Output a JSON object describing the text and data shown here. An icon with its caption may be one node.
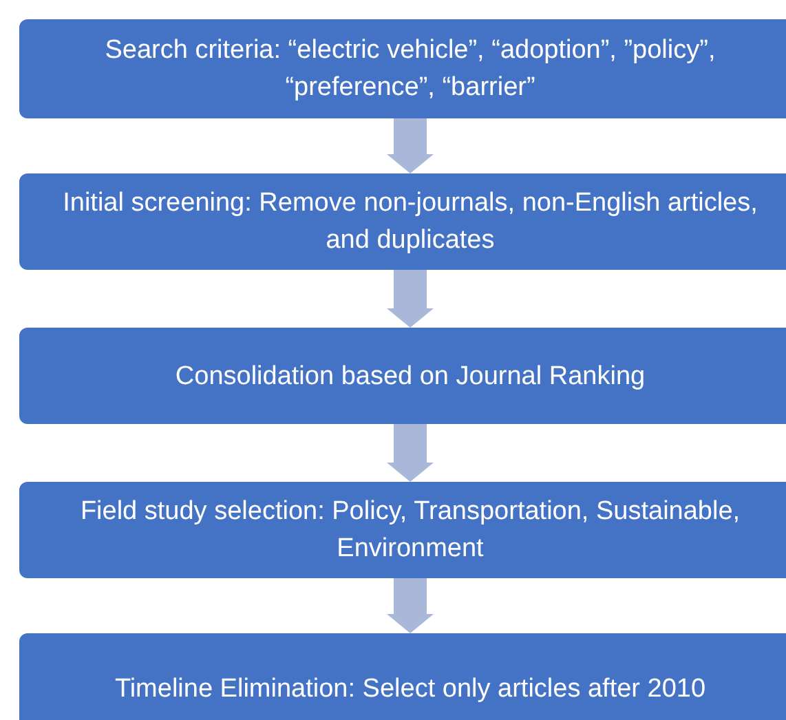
{
  "diagram": {
    "nodes": [
      {
        "text": [
          "Search criteria: “electric vehicle”, “adoption”, ”policy”, “preference”, “barrier”"
        ]
      },
      {
        "text": [
          "Initial screening: Remove non-journals, non-English articles, and duplicates"
        ]
      },
      {
        "text": [
          "Consolidation based on Journal Ranking"
        ]
      },
      {
        "text": [
          "Field study selection: Policy, Transportation, Sustainable, Environment"
        ]
      },
      {
        "text": [
          "Timeline Elimination: Select only articles after 2010"
        ]
      }
    ],
    "edges": [
      {
        "from": 0,
        "to": 1,
        "arrow": "to"
      },
      {
        "from": 1,
        "to": 2,
        "arrow": "to"
      },
      {
        "from": 2,
        "to": 3,
        "arrow": "to"
      },
      {
        "from": 3,
        "to": 4,
        "arrow": "to"
      }
    ]
  }
}
